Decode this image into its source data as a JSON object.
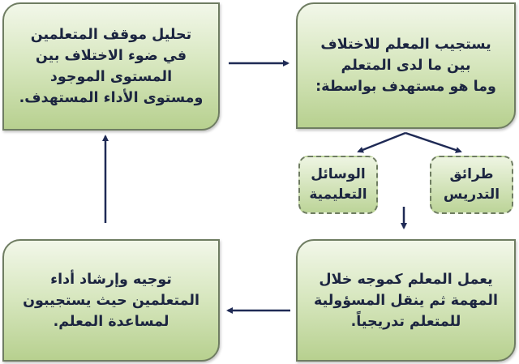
{
  "boxes": {
    "top_left": [
      "تحليل موقف المتعلمين",
      "في ضوء الاختلاف بين",
      "المستوى الموجود",
      "ومستوى الأداء المستهدف."
    ],
    "top_right": [
      "يستجيب المعلم للاختلاف",
      "بين ما لدى المتعلم",
      "وما هو مستهدف بواسطة:"
    ],
    "bottom_right": [
      "يعمل المعلم كموجه خلال",
      "المهمة ثم ينقل المسؤولية",
      "للمتعلم تدريجياً."
    ],
    "bottom_left": [
      "توجيه وإرشاد أداء",
      "المتعلمين حيث يستجيبون",
      "لمساعدة المعلم."
    ]
  },
  "branches": {
    "teaching_methods": [
      "طرائق",
      "التدريس"
    ],
    "educational_media": [
      "الوسائل",
      "التعليمية"
    ]
  },
  "colors": {
    "text": "#1c2540",
    "arrow": "#1f2a55",
    "box_bottom": "#b7d08f"
  }
}
